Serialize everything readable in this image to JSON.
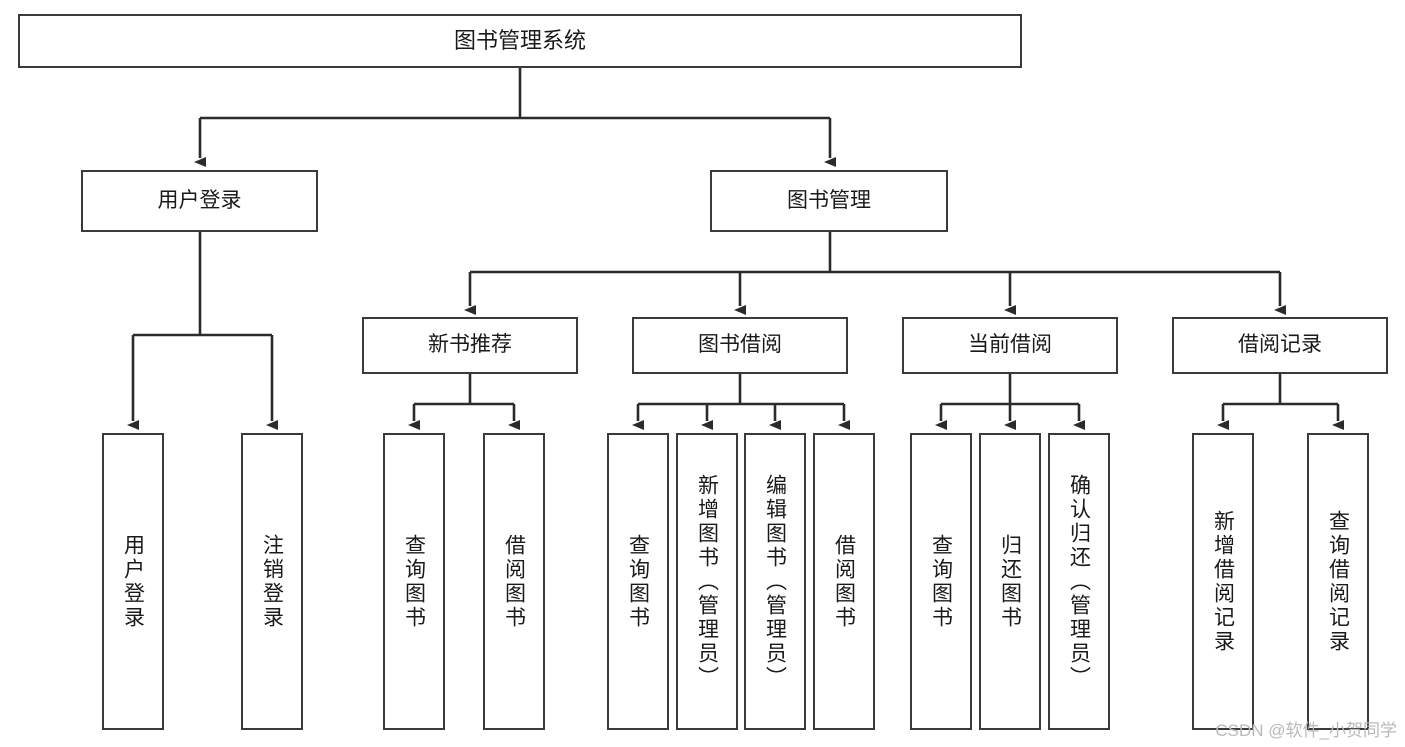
{
  "diagram": {
    "title": "图书管理系统",
    "type": "hierarchy-tree",
    "watermark": "CSDN @软件_小贺同学",
    "colors": {
      "box_border": "#3a3a3a",
      "box_fill": "#ffffff",
      "connector": "#2b2b2b",
      "text": "#1a1a1a",
      "watermark": "#b9b9b9"
    },
    "nodes": {
      "root": {
        "label": "图书管理系统"
      },
      "level2": [
        {
          "id": "user-login",
          "label": "用户登录"
        },
        {
          "id": "book-manage",
          "label": "图书管理"
        }
      ],
      "level3": [
        {
          "id": "new-book-rec",
          "label": "新书推荐"
        },
        {
          "id": "book-borrow",
          "label": "图书借阅"
        },
        {
          "id": "current-borrow",
          "label": "当前借阅"
        },
        {
          "id": "borrow-record",
          "label": "借阅记录"
        }
      ],
      "leaves": {
        "user_login": [
          {
            "id": "leaf-user-login",
            "label": "用户登录"
          },
          {
            "id": "leaf-logout",
            "label": "注销登录"
          }
        ],
        "new_book_rec": [
          {
            "id": "leaf-query-book-1",
            "label": "查询图书"
          },
          {
            "id": "leaf-borrow-book-1",
            "label": "借阅图书"
          }
        ],
        "book_borrow": [
          {
            "id": "leaf-query-book-2",
            "label": "查询图书"
          },
          {
            "id": "leaf-add-book",
            "label": "新增图书（管理员）"
          },
          {
            "id": "leaf-edit-book",
            "label": "编辑图书（管理员）"
          },
          {
            "id": "leaf-borrow-book-2",
            "label": "借阅图书"
          }
        ],
        "current_borrow": [
          {
            "id": "leaf-query-book-3",
            "label": "查询图书"
          },
          {
            "id": "leaf-return-book",
            "label": "归还图书"
          },
          {
            "id": "leaf-confirm-return",
            "label": "确认归还（管理员）"
          }
        ],
        "borrow_record": [
          {
            "id": "leaf-add-record",
            "label": "新增借阅记录"
          },
          {
            "id": "leaf-query-record",
            "label": "查询借阅记录"
          }
        ]
      }
    }
  }
}
